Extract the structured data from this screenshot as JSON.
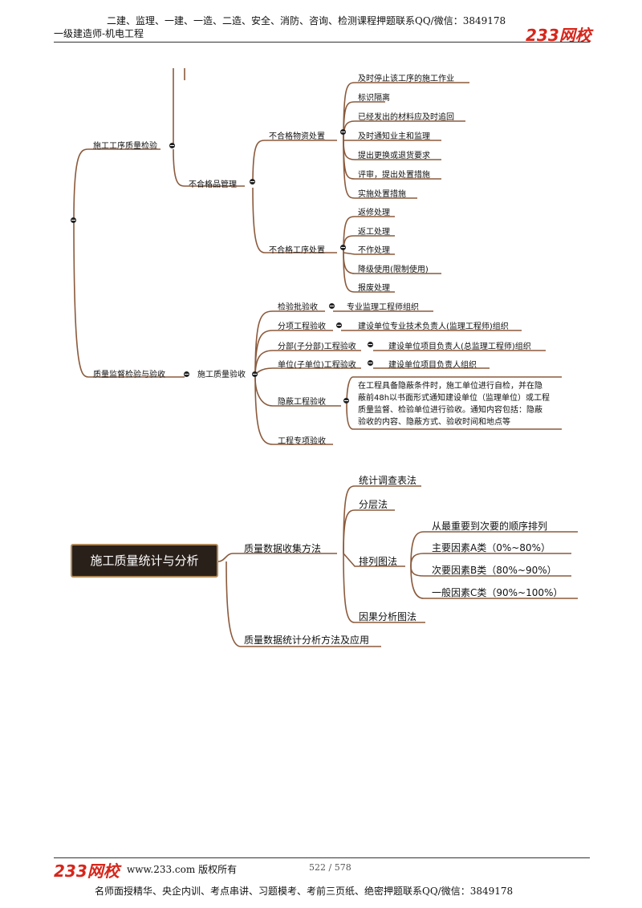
{
  "header": {
    "promo": "二建、监理、一建、一造、二造、安全、消防、咨询、检测课程押题联系QQ/微信：3849178",
    "subtitle": "一级建造师-机电工程",
    "logo": "233网校"
  },
  "mindmap1": {
    "branch_quality_inspection": "施工工序质量检验",
    "nonconforming_mgmt": "不合格品管理",
    "nonconforming_material": "不合格物资处置",
    "material_actions": [
      "及时停止该工序的施工作业",
      "标识隔离",
      "已经发出的材料应及时追回",
      "及时通知业主和监理",
      "提出更换或退货要求",
      "评审，提出处置措施",
      "实施处置措施"
    ],
    "nonconforming_process": "不合格工序处置",
    "process_actions": [
      "返修处理",
      "返工处理",
      "不作处理",
      "降级使用(限制使用)",
      "报废处理"
    ],
    "branch_supervision": "质量监督检验与验收",
    "construction_acceptance": "施工质量验收",
    "acceptance_items": [
      {
        "name": "检验批验收",
        "org": "专业监理工程师组织"
      },
      {
        "name": "分项工程验收",
        "org": "建设单位专业技术负责人(监理工程师)组织"
      },
      {
        "name": "分部(子分部)工程验收",
        "org": "建设单位项目负责人(总监理工程师)组织"
      },
      {
        "name": "单位(子单位)工程验收",
        "org": "建设单位项目负责人组织"
      },
      {
        "name": "隐蔽工程验收",
        "org": [
          "在工程具备隐蔽条件时，施工单位进行自检，并在隐",
          "蔽前48h以书面形式通知建设单位（监理单位）或工程",
          "质量监督、检验单位进行验收。通知内容包括：隐蔽",
          "验收的内容、隐蔽方式、验收时间和地点等"
        ]
      },
      {
        "name": "工程专项验收",
        "org": ""
      }
    ]
  },
  "mindmap2": {
    "root": "施工质量统计与分析",
    "collection_methods": "质量数据收集方法",
    "methods": [
      "统计调查表法",
      "分层法",
      "排列图法",
      "因果分析图法"
    ],
    "pareto_items": [
      "从最重要到次要的顺序排列",
      "主要因素A类（0%~80%）",
      "次要因素B类（80%~90%）",
      "一般因素C类（90%~100%）"
    ],
    "analysis_methods": "质量数据统计分析方法及应用"
  },
  "footer": {
    "logo": "233网校",
    "site": "www.233.com 版权所有",
    "page": "522 / 578",
    "promo": "名师面授精华、央企内训、考点串讲、习题模考、考前三页纸、绝密押题联系QQ/微信：3849178"
  },
  "colors": {
    "branch": "#8b5a3c",
    "brand": "#d7261b",
    "root_bg": "#2a201a",
    "root_border": "#b08a5a"
  }
}
